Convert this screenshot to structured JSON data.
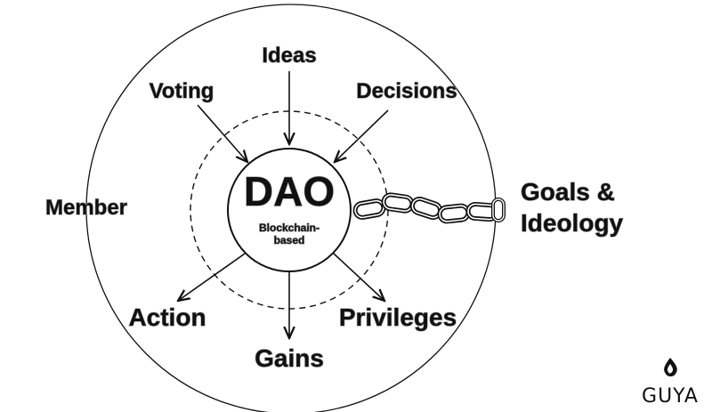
{
  "center": {
    "title": "DAO",
    "subtitle_line1": "Blockchain-",
    "subtitle_line2": "based"
  },
  "inputs": {
    "voting": "Voting",
    "ideas": "Ideas",
    "decisions": "Decisions"
  },
  "outputs": {
    "action": "Action",
    "gains": "Gains",
    "privileges": "Privileges"
  },
  "member_label": "Member",
  "goals": {
    "line1": "Goals &",
    "line2": "Ideology"
  },
  "brand": {
    "name": "GUYA",
    "logo_icon": "flame-drop-icon"
  },
  "colors": {
    "ink": "#111111",
    "background": "#ffffff"
  }
}
